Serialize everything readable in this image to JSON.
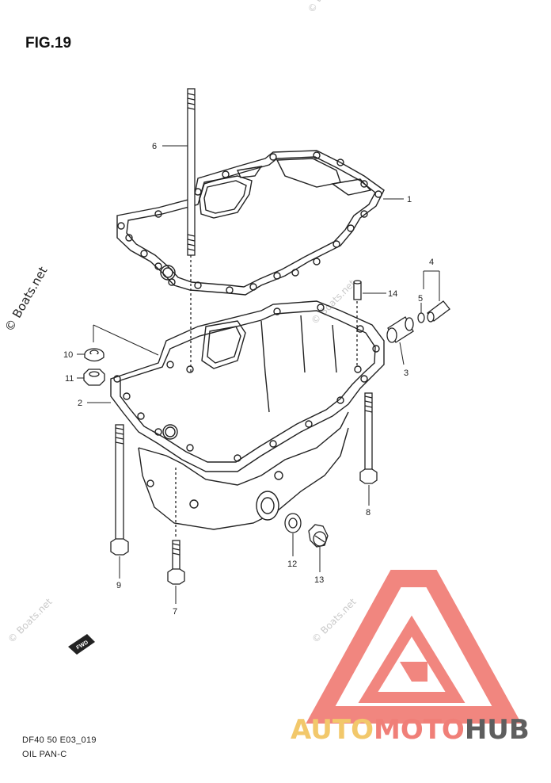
{
  "figure": {
    "title": "FIG.19"
  },
  "footer": {
    "code": "DF40 50 E03_019",
    "name": "OIL PAN-C"
  },
  "watermarks": {
    "main": "© Boats.net",
    "faint": "© Boats.net"
  },
  "brand": {
    "part1": "AUTO",
    "part2": "MOTO",
    "part3": "HUB",
    "colors": {
      "auto": "#f2c86b",
      "moto": "#f07f78",
      "hub": "#5e5e5e",
      "triangle": "#f07f78"
    }
  },
  "fwd_icon": {
    "label": "FWD"
  },
  "callouts": [
    "1",
    "2",
    "3",
    "4",
    "5",
    "6",
    "7",
    "8",
    "9",
    "10",
    "11",
    "12",
    "13",
    "14"
  ],
  "parts": {
    "gasket": "gasket-icon",
    "oil_pan": "oil-pan-icon",
    "stud": "stud-bolt-icon",
    "bolt": "hex-bolt-icon",
    "washer": "washer-icon",
    "nut": "hex-nut-icon",
    "pin": "dowel-pin-icon",
    "fitting": "oil-fitting-icon",
    "plug": "drain-plug-icon"
  }
}
